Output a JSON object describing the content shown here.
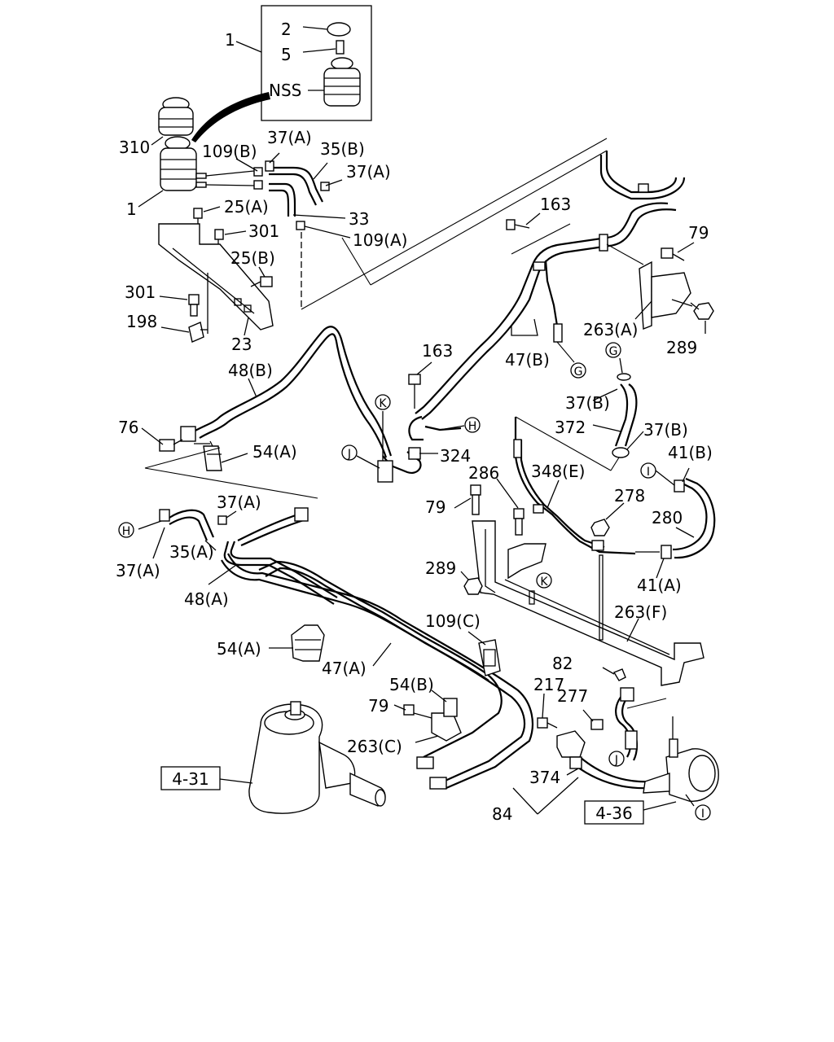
{
  "colors": {
    "line": "#000000",
    "background": "#ffffff"
  },
  "labels": {
    "l1_top": "1",
    "l2": "2",
    "l5": "5",
    "nss": "NSS",
    "l310": "310",
    "l1_left": "1",
    "l109b": "109(B)",
    "l37a_top": "37(A)",
    "l35b": "35(B)",
    "l37a_mid": "37(A)",
    "l25a": "25(A)",
    "l33": "33",
    "l301_upper": "301",
    "l109a": "109(A)",
    "l25b": "25(B)",
    "l301_lower": "301",
    "l198": "198",
    "l23": "23",
    "l163_top": "163",
    "l79_right": "79",
    "l263a": "263(A)",
    "l289_right": "289",
    "l163_mid": "163",
    "l47b": "47(B)",
    "l48b": "48(B)",
    "l76": "76",
    "l54a_upper": "54(A)",
    "l324": "324",
    "l37b_upper": "37(B)",
    "l372": "372",
    "l37b_lower": "37(B)",
    "l41b": "41(B)",
    "l286": "286",
    "l348e": "348(E)",
    "l79_mid": "79",
    "l278": "278",
    "l280": "280",
    "l37a_left_top": "37(A)",
    "l35a": "35(A)",
    "l37a_left_bottom": "37(A)",
    "l48a": "48(A)",
    "l289_mid": "289",
    "l41a": "41(A)",
    "l263f": "263(F)",
    "l109c": "109(C)",
    "l54a_lower": "54(A)",
    "l47a": "47(A)",
    "l82": "82",
    "l54b": "54(B)",
    "l217": "217",
    "l277": "277",
    "l79_lower": "79",
    "l263c": "263(C)",
    "l374": "374",
    "l84": "84"
  },
  "references": {
    "ref_431": "4-31",
    "ref_436": "4-36"
  },
  "connectors": {
    "G_upper": "G",
    "G_lower": "G",
    "H_left": "H",
    "H_right": "H",
    "I_right": "I",
    "I_pump": "I",
    "J_upper": "J",
    "J_lower": "J",
    "K_upper": "K",
    "K_lower": "K"
  }
}
